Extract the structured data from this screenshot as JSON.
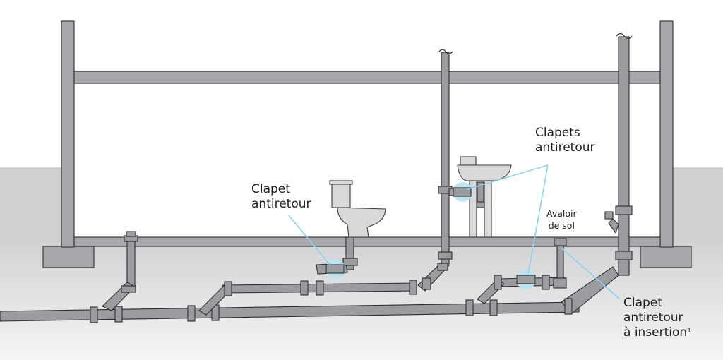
{
  "labels": {
    "clapet_toilet": {
      "line1": "Clapet",
      "line2": "antiretour"
    },
    "clapets_sink": {
      "line1": "Clapets",
      "line2": "antiretour"
    },
    "avaloir": {
      "line1": "Avaloir",
      "line2": "de sol"
    },
    "clapet_insertion": {
      "line1": "Clapet",
      "line2": "antiretour",
      "line3": "à insertion",
      "footnote": "1"
    }
  },
  "colors": {
    "wall": "#a6a8ab",
    "wall_outline": "#3a3a3a",
    "pipe": "#9a9c9f",
    "pipe_outline": "#2e2e2e",
    "fixture": "#d8dadc",
    "ground": "#d4d6d8",
    "valve_highlight": "#bfe3f3",
    "leader_line": "#8fd0ec"
  }
}
